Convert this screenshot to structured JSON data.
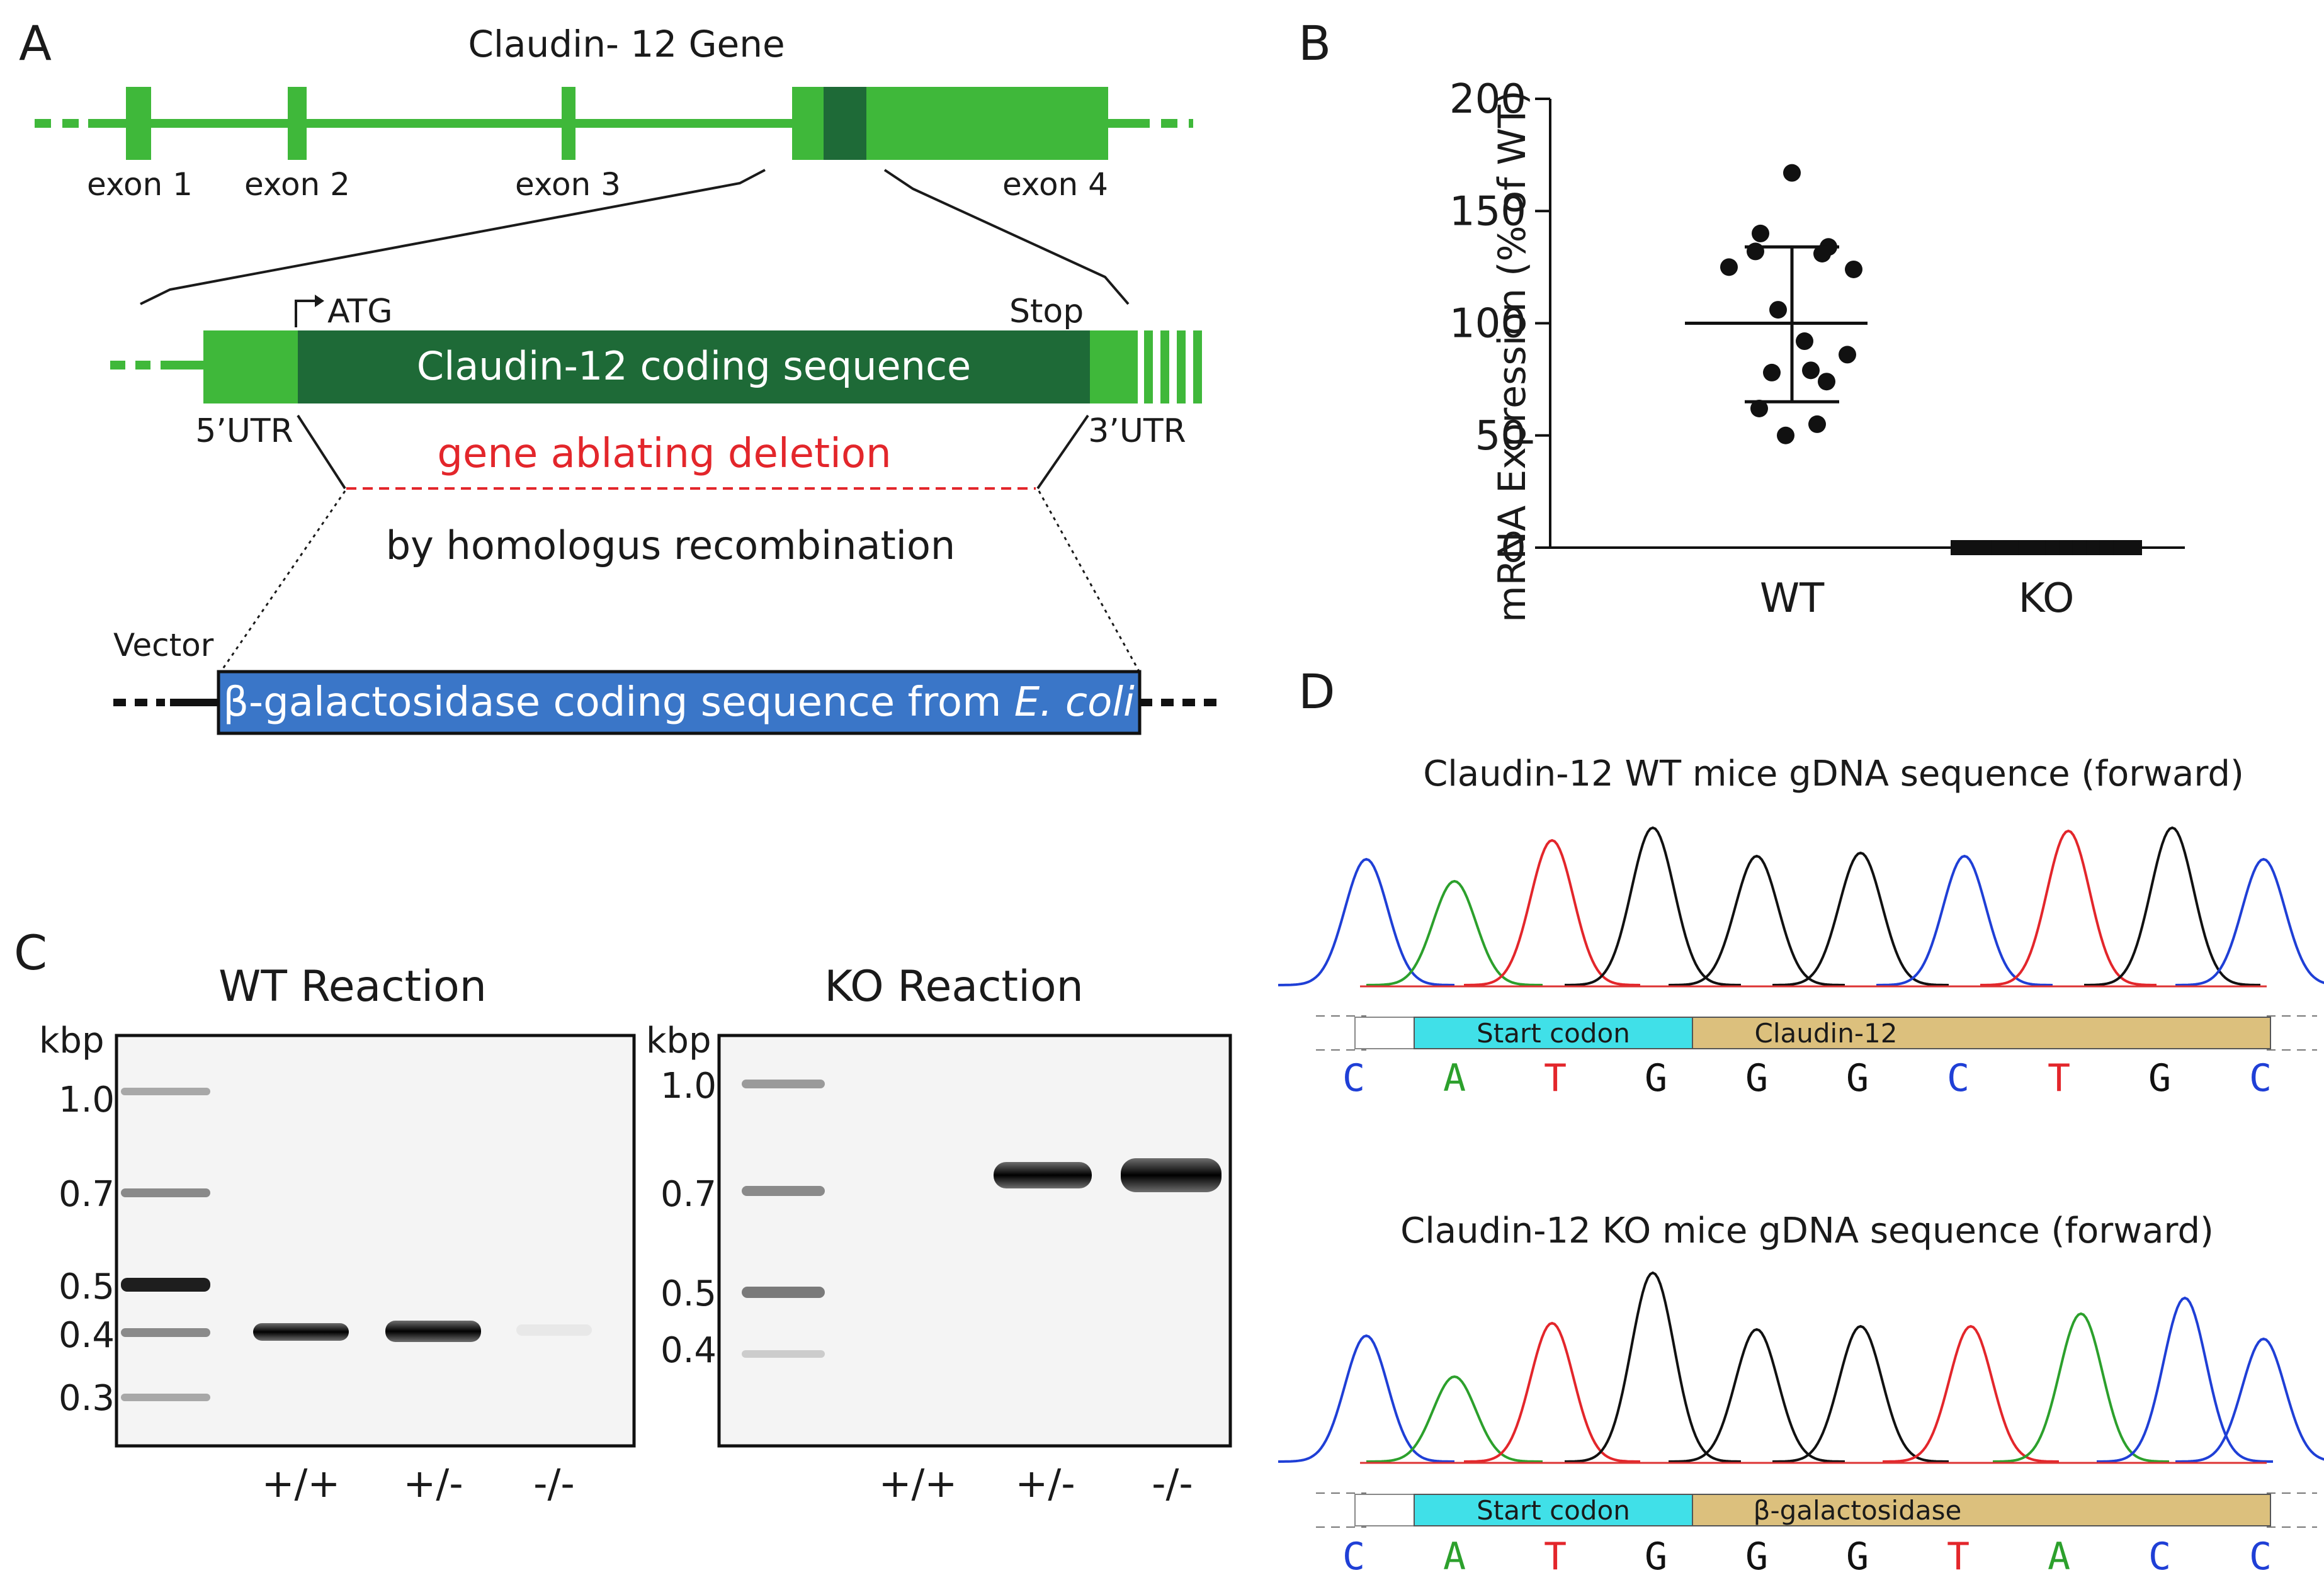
{
  "panel_a": {
    "letter": "A",
    "gene_title": "Claudin- 12 Gene",
    "exons": [
      "exon 1",
      "exon 2",
      "exon 3",
      "exon 4"
    ],
    "atg": "ATG",
    "stop": "Stop",
    "coding_label": "Claudin-12 coding sequence",
    "utr5": "5’UTR",
    "utr3": "3’UTR",
    "deletion_label": "gene ablating deletion",
    "recombination_label": "by homologus recombination",
    "vector_label": "Vector",
    "lacz_label_main": "β-galactosidase coding sequence from ",
    "lacz_label_italic": "E. coli",
    "colors": {
      "exon": "#3fb83a",
      "dark_exon": "#1e6a37",
      "deletion": "#e3262b",
      "lacz": "#3a76c8"
    }
  },
  "panel_b": {
    "letter": "B",
    "chart_data": {
      "type": "scatter",
      "ylabel": "mRNA Expression  (% of WT)",
      "xlabel": "",
      "ylim": [
        0,
        200
      ],
      "yticks": [
        0,
        50,
        100,
        150,
        200
      ],
      "categories": [
        "WT",
        "KO"
      ],
      "series": [
        {
          "category": "WT",
          "values": [
            167,
            140,
            134,
            132,
            131,
            125,
            124,
            106,
            92,
            86,
            79,
            78,
            74,
            62,
            55,
            50
          ],
          "mean": 100,
          "sd_upper": 134,
          "sd_lower": 65
        },
        {
          "category": "KO",
          "values": [
            0,
            0,
            0,
            0,
            0,
            0,
            0,
            0,
            0,
            0,
            0,
            0,
            0,
            0
          ],
          "mean": 0,
          "sd_upper": 0,
          "sd_lower": 0
        }
      ]
    }
  },
  "panel_c": {
    "letter": "C",
    "wt_title": "WT Reaction",
    "ko_title": "KO Reaction",
    "unit": "kbp",
    "wt_ladder_labels": [
      "1.0",
      "0.7",
      "0.5",
      "0.4",
      "0.3"
    ],
    "ko_ladder_labels": [
      "1.0",
      "0.7",
      "0.5",
      "0.4"
    ],
    "lanes": [
      "+/+",
      "+/-",
      "-/-"
    ]
  },
  "panel_d": {
    "letter": "D",
    "wt_title": "Claudin-12 WT mice gDNA sequence (forward)",
    "ko_title": "Claudin-12 KO mice gDNA sequence (forward)",
    "start_codon": "Start codon",
    "wt_gene": "Claudin-12",
    "ko_gene": "β-galactosidase",
    "wt_bases": [
      "C",
      "A",
      "T",
      "G",
      "G",
      "G",
      "C",
      "T",
      "G",
      "C"
    ],
    "ko_bases": [
      "C",
      "A",
      "T",
      "G",
      "G",
      "G",
      "T",
      "A",
      "C",
      "C"
    ],
    "colors": {
      "A": "#2ca02c",
      "C": "#1f3fd6",
      "G": "#111111",
      "T": "#e3262b",
      "start": "#40e0e8",
      "gene": "#dcc07d"
    }
  }
}
